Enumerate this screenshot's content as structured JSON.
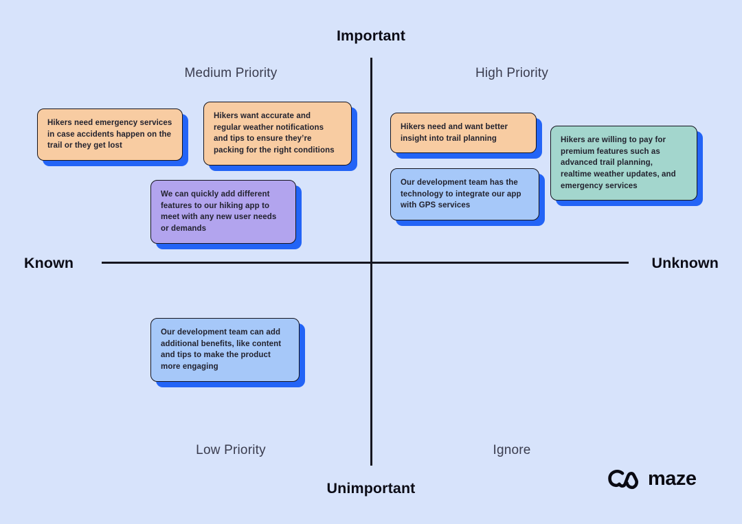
{
  "matrix": {
    "axis_top": "Important",
    "axis_bottom": "Unimportant",
    "axis_left": "Known",
    "axis_right": "Unknown",
    "quadrant_labels": {
      "top_left": "Medium Priority",
      "top_right": "High Priority",
      "bottom_left": "Low Priority",
      "bottom_right": "Ignore"
    }
  },
  "notes": [
    {
      "id": "emergency-services",
      "quadrant": "medium-priority",
      "fill": "#F8CCA2",
      "text": "Hikers need emergency services\nin case accidents happen on the\ntrail or they get lost"
    },
    {
      "id": "weather-notifications",
      "quadrant": "medium-priority",
      "fill": "#F8CCA2",
      "text": "Hikers want accurate and\nregular weather notifications\nand tips to ensure they’re\npacking for the right conditions"
    },
    {
      "id": "quick-features",
      "quadrant": "medium-priority",
      "fill": "#B2A4EE",
      "text": "We can quickly add different\nfeatures to our hiking app to\nmeet with any new user needs\nor demands"
    },
    {
      "id": "trail-planning-insight",
      "quadrant": "high-priority",
      "fill": "#F8CCA2",
      "text": "Hikers need and want better\ninsight into trail planning"
    },
    {
      "id": "gps-technology",
      "quadrant": "high-priority",
      "fill": "#A6C8F9",
      "text": "Our development team has the\ntechnology to integrate our app\nwith GPS services"
    },
    {
      "id": "premium-features",
      "quadrant": "high-priority",
      "fill": "#A3D6CD",
      "text": "Hikers are willing to pay for\npremium features such as\nadvanced trail planning,\nrealtime weather updates, and\nemergency services"
    },
    {
      "id": "additional-benefits",
      "quadrant": "low-priority",
      "fill": "#A6C8F9",
      "text": "Our development team can add\nadditional benefits, like content\nand tips to make the product\nmore engaging"
    }
  ],
  "colors": {
    "background": "#D7E3FB",
    "axis_line": "#15151F",
    "note_border": "#13131D",
    "note_shadow": "#2364F6",
    "note_peach": "#F8CCA2",
    "note_purple": "#B2A4EE",
    "note_blue": "#A6C8F9",
    "note_teal": "#A3D6CD",
    "quadrant_label_text": "#3A3C4E",
    "axis_title_text": "#0C0C16"
  },
  "logo": {
    "icon": "maze-logo-icon",
    "wordmark": "maze"
  }
}
